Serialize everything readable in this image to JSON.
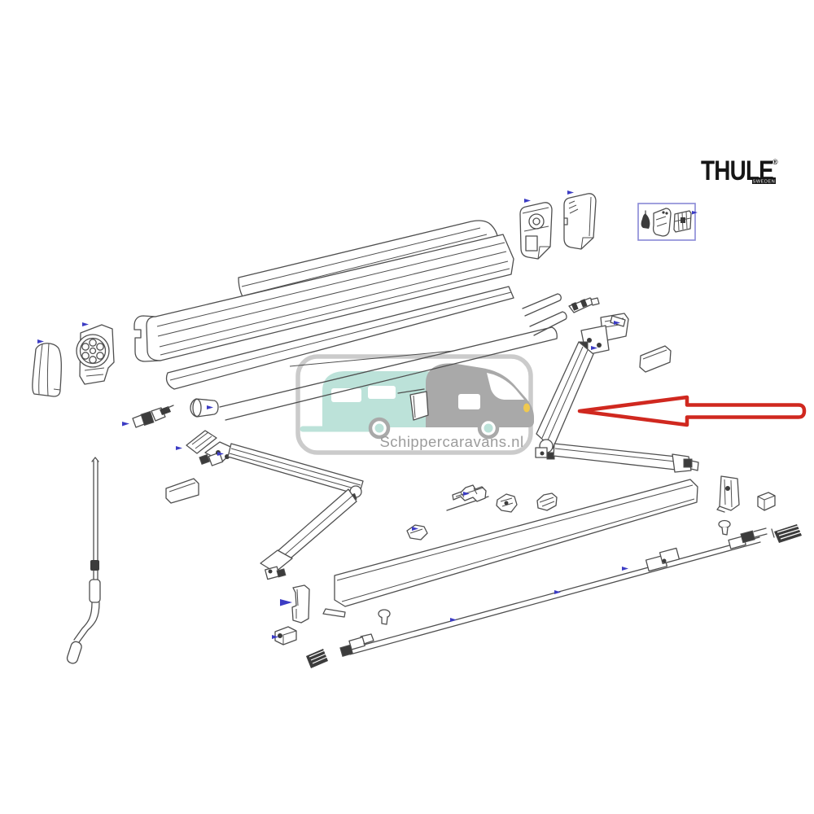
{
  "brand_logo": {
    "name": "THULE",
    "registered_mark": "®",
    "subtitle": "SWEDEN"
  },
  "watermark": {
    "text": "Schippercaravans.nl"
  },
  "colors": {
    "background": "#ffffff",
    "line": "#4f4f4f",
    "highlight_arrow": "#d0281f",
    "callout_marker": "#3c3cc4",
    "group_box": "#8888d6",
    "watermark_border": "#cbcbcb",
    "watermark_text": "#9c9c9c",
    "watermark_body": "#bce2d9",
    "watermark_cab": "#a9a9a9",
    "watermark_headlight": "#f0c94f",
    "logo": "#161616"
  }
}
